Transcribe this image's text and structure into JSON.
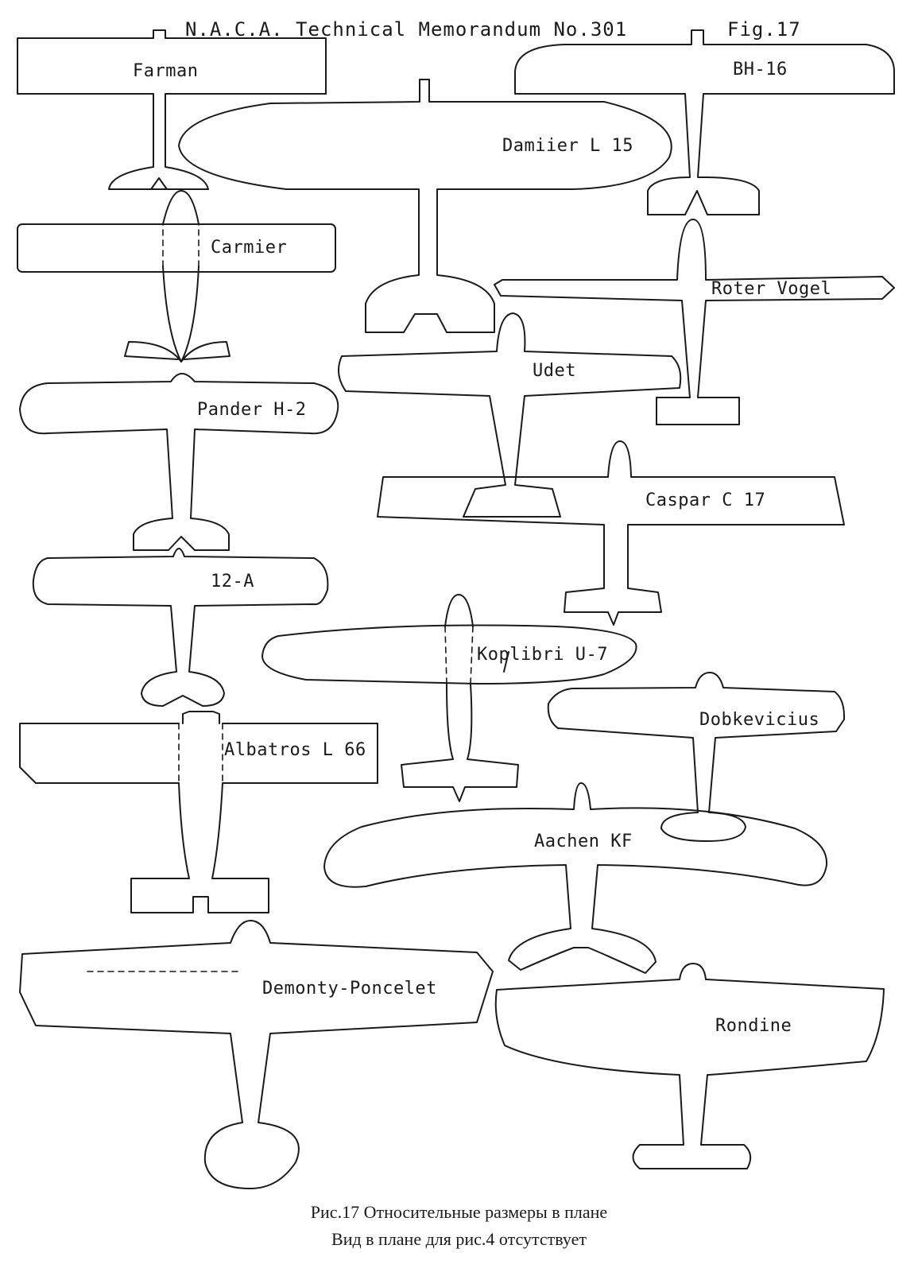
{
  "header": {
    "memo_title": "N.A.C.A. Technical Memorandum No.301",
    "fig_label": "Fig.17"
  },
  "planes": {
    "farman": "Farman",
    "bh16": "BH-16",
    "damiler": "Damiier L 15",
    "carmier": "Carmier",
    "roter_vogel": "Roter Vogel",
    "udet": "Udet",
    "pander": "Pander H-2",
    "caspar": "Caspar C 17",
    "a12": "12-A",
    "koplibri": "Koplibri U-7",
    "dobkevicius": "Dobkevicius",
    "albatros": "Albatros L 66",
    "aachen": "Aachen KF",
    "demonty": "Demonty-Poncelet",
    "rondine": "Rondine"
  },
  "caption": {
    "line1": "Рис.17 Относительные размеры в плане",
    "line2": "Вид в плане для рис.4 отсутствует"
  }
}
